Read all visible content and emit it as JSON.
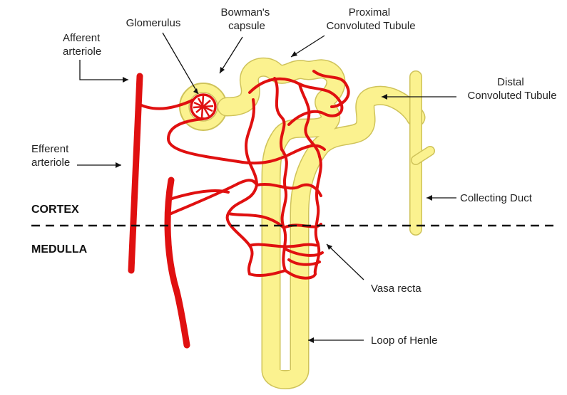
{
  "labels": {
    "afferent_arteriole": [
      "Afferent",
      "arteriole"
    ],
    "glomerulus": "Glomerulus",
    "bowmans_capsule": [
      "Bowman's",
      "capsule"
    ],
    "proximal_tubule": [
      "Proximal",
      "Convoluted Tubule"
    ],
    "distal_tubule": [
      "Distal",
      "Convoluted Tubule"
    ],
    "efferent_arteriole": [
      "Efferent",
      "arteriole"
    ],
    "collecting_duct": "Collecting Duct",
    "vasa_recta": "Vasa recta",
    "loop_of_henle": "Loop of Henle"
  },
  "zones": {
    "cortex": "CORTEX",
    "medulla": "MEDULLA"
  },
  "colors": {
    "tubule_fill": "#fbf28f",
    "tubule_outline": "#cfc35a",
    "vessel_red": "#e01010",
    "boundary_line": "#111111"
  }
}
